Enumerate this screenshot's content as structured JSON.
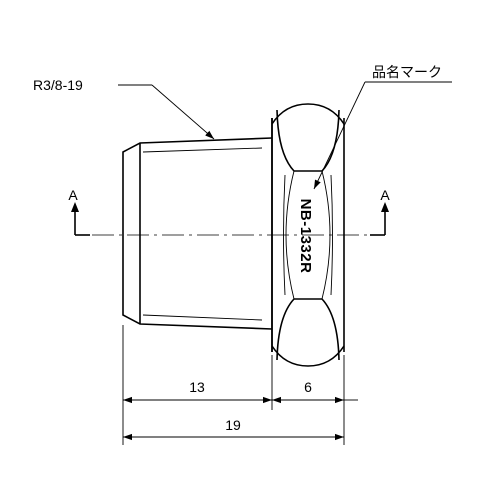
{
  "labels": {
    "thread_spec": "R3/8-19",
    "product_mark": "品名マーク",
    "section_left": "A",
    "section_right": "A",
    "mark_text": "NB-1332R"
  },
  "dimensions": {
    "thread_length": "13",
    "hex_width": "6",
    "overall_length": "19"
  }
}
